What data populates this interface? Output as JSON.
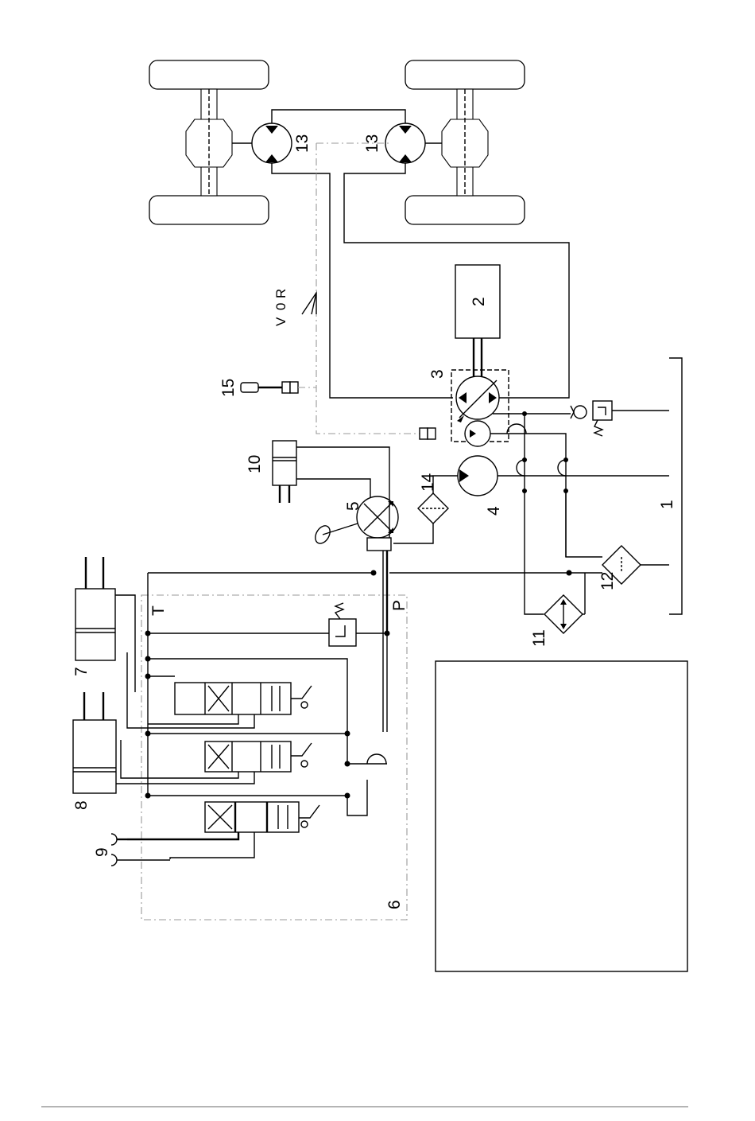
{
  "diagram": {
    "labels": {
      "n1": "1",
      "n2": "2",
      "n3": "3",
      "n4": "4",
      "n5": "5",
      "n6": "6",
      "n7": "7",
      "n8": "8",
      "n9": "9",
      "n10": "10",
      "n11": "11",
      "n12": "12",
      "n13a": "13",
      "n13b": "13",
      "n14": "14",
      "n15": "15",
      "port_t": "T",
      "port_p": "P",
      "selector_v": "V",
      "selector_0": "0",
      "selector_r": "R"
    }
  },
  "legend_box": {
    "content": ""
  }
}
